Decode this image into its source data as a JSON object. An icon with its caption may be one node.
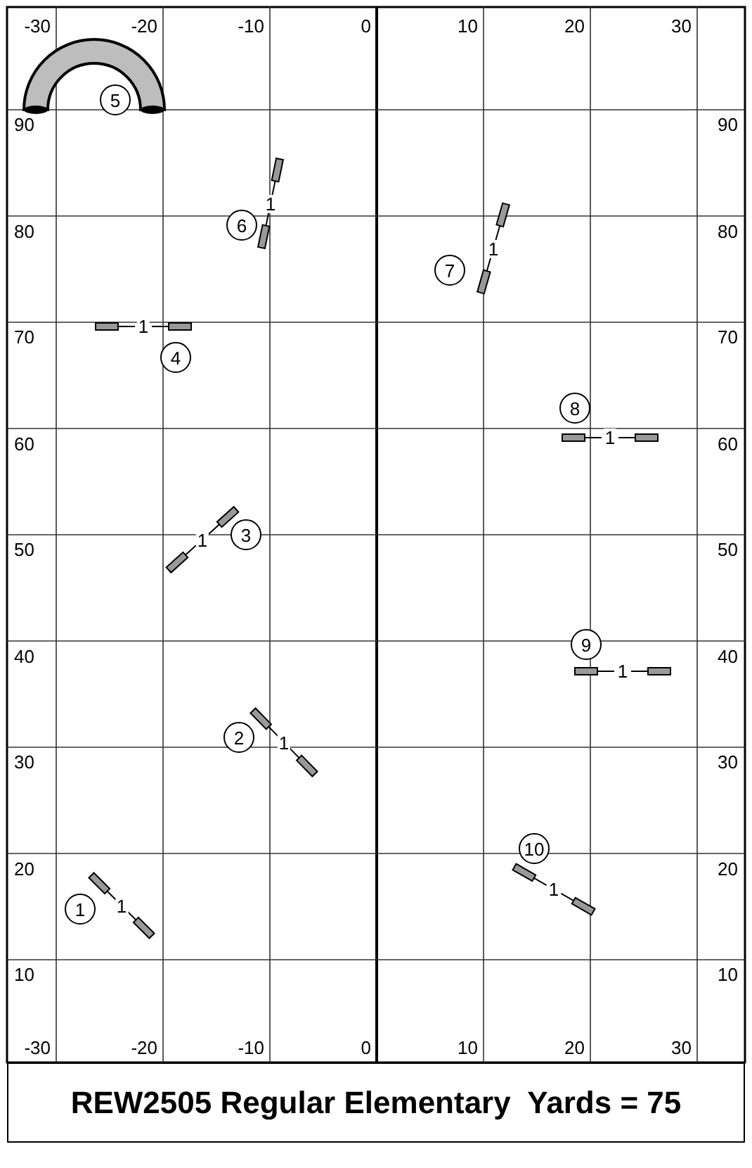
{
  "diagram": {
    "caption": "REW2505 Regular Elementary  Yards = 75",
    "nodes": [
      {
        "text": [
          "1"
        ]
      },
      {
        "text": [
          "2"
        ]
      },
      {
        "text": [
          "3"
        ]
      },
      {
        "text": [
          "4"
        ]
      },
      {
        "text": [
          "5"
        ]
      },
      {
        "text": [
          "6"
        ]
      },
      {
        "text": [
          "7"
        ]
      },
      {
        "text": [
          "8"
        ]
      },
      {
        "text": [
          "9"
        ]
      },
      {
        "text": [
          "10"
        ]
      }
    ],
    "labels": [
      "-30",
      "-20",
      "-10",
      "0",
      "10",
      "20",
      "30",
      "90",
      "90",
      "80",
      "80",
      "70",
      "70",
      "60",
      "60",
      "50",
      "50",
      "40",
      "40",
      "30",
      "30",
      "20",
      "20",
      "10",
      "10",
      "-30",
      "-20",
      "-10",
      "0",
      "10",
      "20",
      "30",
      "1",
      "1",
      "1",
      "1",
      "1",
      "1",
      "1",
      "1",
      "1"
    ]
  }
}
